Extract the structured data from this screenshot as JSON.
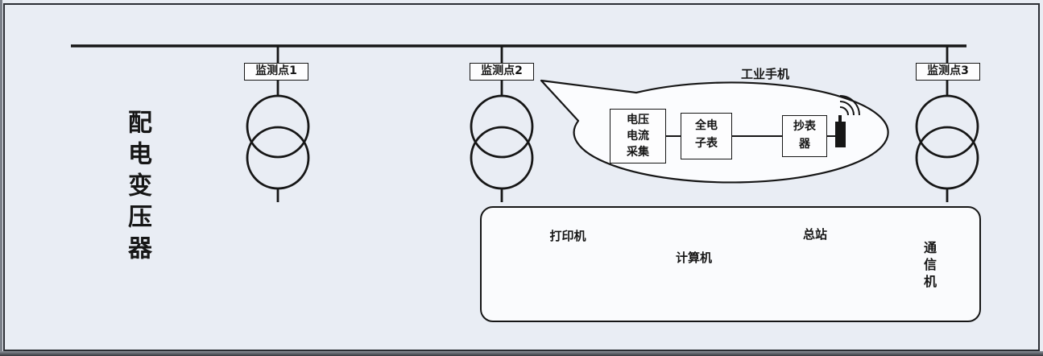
{
  "bus": {
    "label": "配电变压器"
  },
  "monitor_points": [
    {
      "label": "监测点1"
    },
    {
      "label": "监测点2"
    },
    {
      "label": "监测点3"
    }
  ],
  "balloon": {
    "title": "工业手机",
    "voltage_box": {
      "line1": "电压",
      "line2": "电流",
      "line3": "采集"
    },
    "meter_box": {
      "line1": "全电",
      "line2": "子表"
    },
    "reader_box": {
      "line1": "抄表",
      "line2": "器"
    }
  },
  "station": {
    "printer_label": "打印机",
    "computer_label": "计算机",
    "master_label": "总站",
    "comm_label": "通信机"
  },
  "colors": {
    "background": "#e9edf4",
    "ink": "#161616",
    "panel_fill": "#fdfdfe"
  }
}
